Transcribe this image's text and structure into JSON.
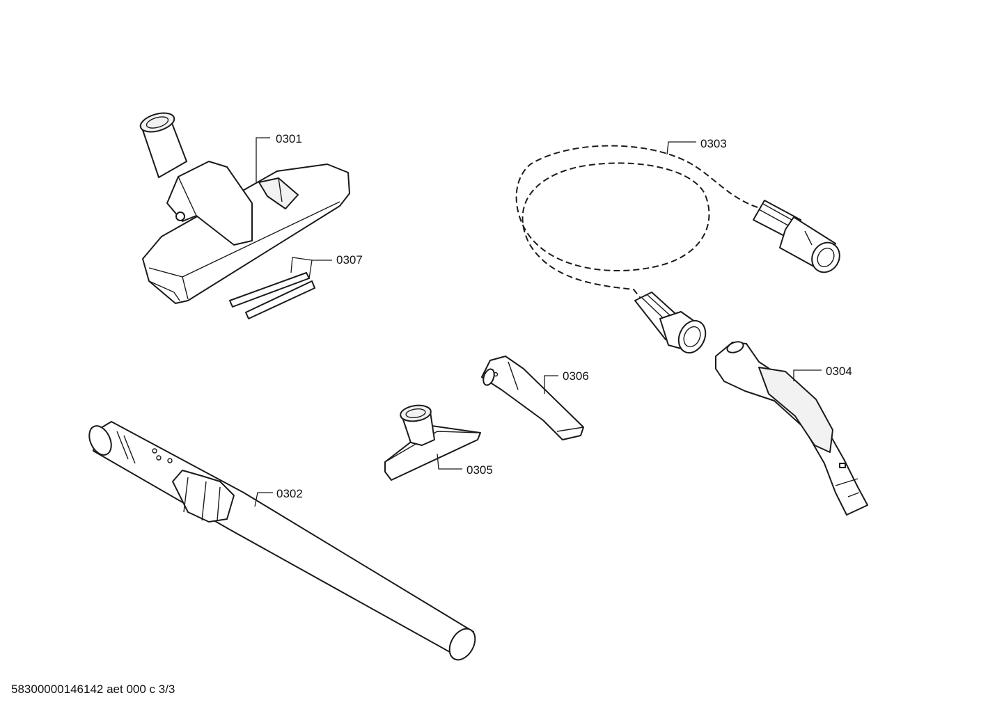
{
  "parts": [
    {
      "id": "p0301",
      "label": "0301"
    },
    {
      "id": "p0302",
      "label": "0302"
    },
    {
      "id": "p0303",
      "label": "0303"
    },
    {
      "id": "p0304",
      "label": "0304"
    },
    {
      "id": "p0305",
      "label": "0305"
    },
    {
      "id": "p0306",
      "label": "0306"
    },
    {
      "id": "p0307",
      "label": "0307"
    }
  ],
  "footer": {
    "document_id": "58300000146142 aet 000 c 3/3"
  },
  "colors": {
    "line": "#1a1a1a",
    "background": "#ffffff"
  }
}
